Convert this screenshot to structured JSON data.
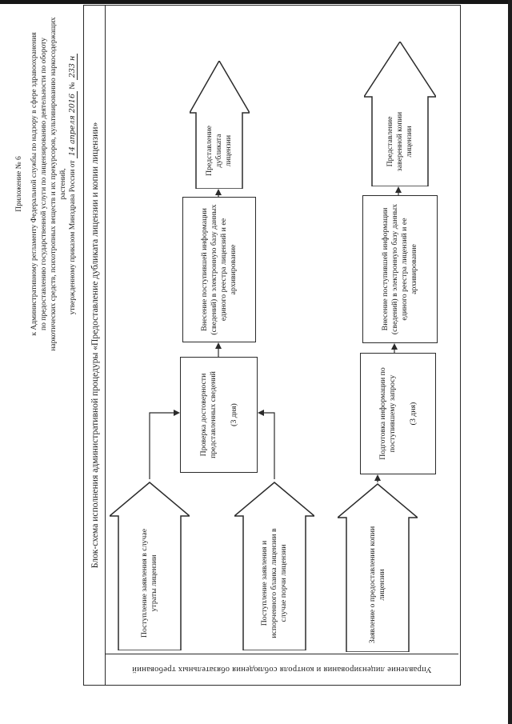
{
  "appendix": {
    "line1": "Приложение № 6",
    "line2": "к Административному регламенту Федеральной службы по надзору в сфере здравоохранения",
    "line3": "по предоставлению государственной услуги по лицензированию деятельности по обороту",
    "line4": "наркотических средств, психотропных веществ и их прекурсоров, культивированию наркосодержащих растений,",
    "line5_prefix": "утвержденному приказом Минздрава России от",
    "date_handwritten": "14 апреля 2016",
    "number_label": "№",
    "number_handwritten": "233 н"
  },
  "table": {
    "title": "Блок-схема исполнения административной процедуры «Предоставление дубликата лицензии и копии лицензии»",
    "department": "Управление лицензирования и контроля соблюдения обязательных требований"
  },
  "flow": {
    "lane1": {
      "input_lost": "Поступление заявления в случае утраты лицензии",
      "input_damaged": "Поступление заявления и испорченного бланка лицензии в случае порчи лицензии",
      "check": "Проверка достоверности представленных сведений",
      "check_days": "(3 дня)",
      "register": "Внесение поступившей информации (сведений) в электронную базу данных единого реестра лицензий и ее архивирование",
      "output": "Представление дубликата лицензии"
    },
    "lane2": {
      "input_request": "Заявление о предоставлении копии лицензии",
      "prepare": "Подготовка информации по поступившему запросу",
      "prepare_days": "(3 дня)",
      "register": "Внесение поступившей информации (сведений) в электронную базу данных единого реестра лицензий и ее архивирование",
      "output": "Представление заверенной копии лицензии"
    }
  }
}
